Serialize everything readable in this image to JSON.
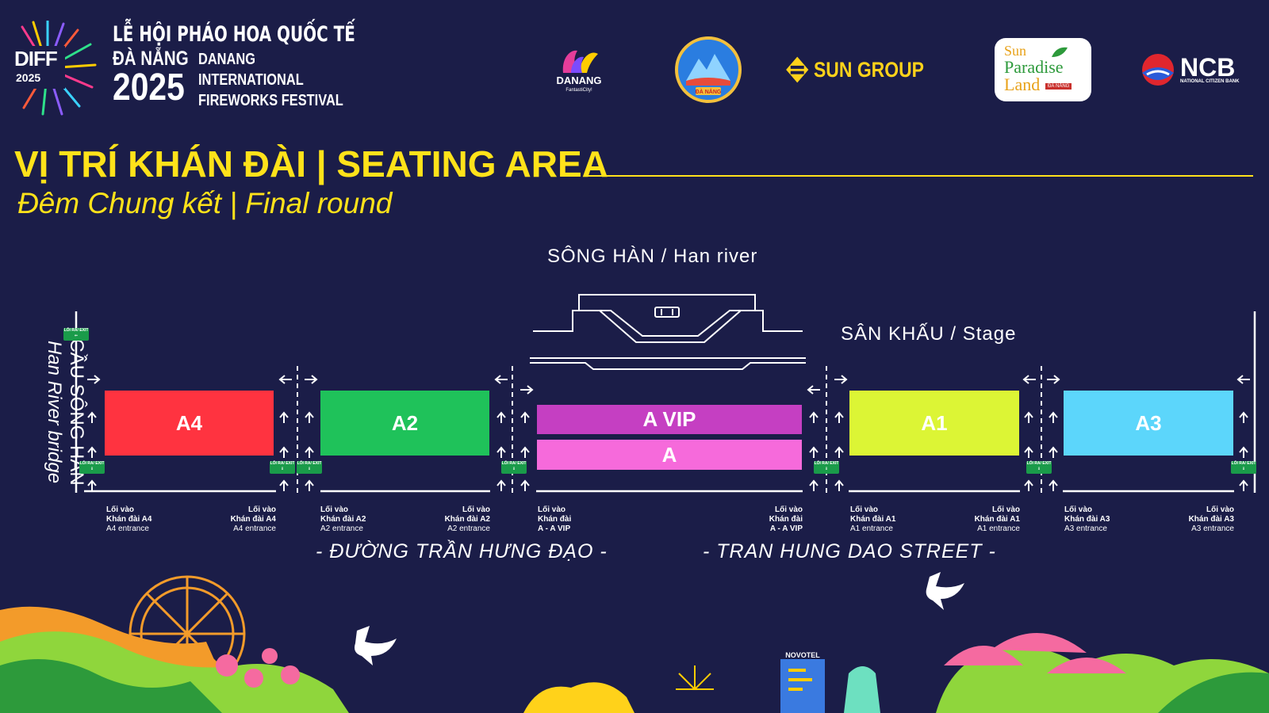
{
  "header": {
    "diff_text": "DIFF",
    "diff_year": "2025",
    "festival_vi_line1": "LỄ HỘI PHÁO HOA QUỐC TẾ",
    "festival_vi_line2": "ĐÀ NẴNG",
    "festival_year": "2025",
    "festival_en_line1": "DANANG",
    "festival_en_line2": "INTERNATIONAL",
    "festival_en_line3": "FIREWORKS FESTIVAL"
  },
  "sponsors": {
    "danang": "DANANG",
    "danang_tag": "FantastiCity!",
    "danang_seal": "ĐÀ NẴNG",
    "sun_group": "SUN GROUP",
    "sun_paradise_1": "Sun",
    "sun_paradise_2": "Paradise",
    "sun_paradise_3": "Land",
    "sun_paradise_tag": "ĐÀ NẴNG",
    "ncb": "NCB",
    "ncb_tag": "NATIONAL CITIZEN BANK"
  },
  "title": {
    "main": "VỊ TRÍ KHÁN ĐÀI | SEATING AREA",
    "sub": "Đêm Chung kết | Final round"
  },
  "map": {
    "river": "SÔNG HÀN / Han river",
    "stage": "SÂN KHẤU / Stage",
    "bridge_vi": "CẦU SÔNG HÀN",
    "bridge_en": "Han River bridge",
    "exit_label": "LỐI RA/ EXIT",
    "zones": [
      {
        "label": "A4",
        "color": "#ff3340"
      },
      {
        "label": "A2",
        "color": "#1fc25a"
      },
      {
        "label": "A VIP",
        "color": "#c53fc2"
      },
      {
        "label": "A",
        "color": "#f66adb"
      },
      {
        "label": "A1",
        "color": "#dcf535"
      },
      {
        "label": "A3",
        "color": "#5cd6fb"
      }
    ],
    "entrances": {
      "a4_l1": "Lối vào",
      "a4_l2": "Khán đài A4",
      "a4_l3": "A4 entrance",
      "a2_l1": "Lối vào",
      "a2_l2": "Khán đài A2",
      "a2_l3": "A2 entrance",
      "av_l1": "Lối vào",
      "av_l2": "Khán đài",
      "av_l3": "A - A VIP",
      "a1_l1": "Lối vào",
      "a1_l2": "Khán đài A1",
      "a1_l3": "A1 entrance",
      "a3_l1": "Lối vào",
      "a3_l2": "Khán đài A3",
      "a3_l3": "A3 entrance"
    },
    "street_vi": "- ĐƯỜNG TRẦN HƯNG ĐẠO -",
    "street_en": "- TRAN HUNG DAO STREET -"
  },
  "footer": {
    "novotel": "NOVOTEL"
  },
  "colors": {
    "background": "#1b1d48",
    "accent_yellow": "#ffe21a",
    "exit_green": "#1a9b4a"
  }
}
